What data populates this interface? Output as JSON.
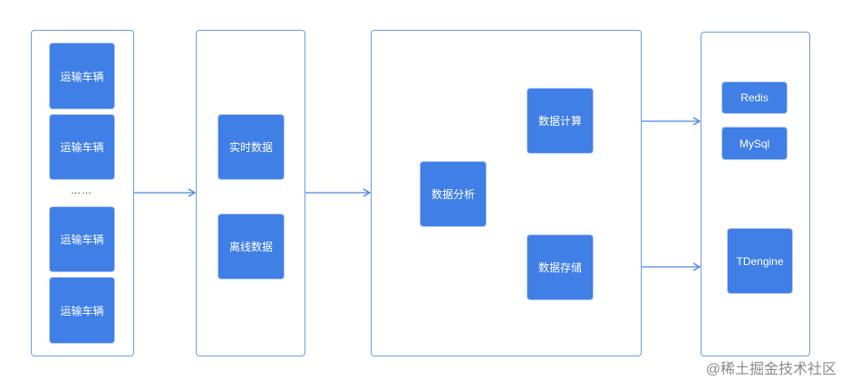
{
  "vehicles": {
    "items": [
      "运输车辆",
      "运输车辆",
      "运输车辆",
      "运输车辆"
    ],
    "ellipsis": "……"
  },
  "data_types": {
    "realtime": "实时数据",
    "offline": "离线数据"
  },
  "processing": {
    "analysis": "数据分析",
    "compute": "数据计算",
    "storage": "数据存储"
  },
  "storage_targets": {
    "redis": "Redis",
    "mysql": "MySql",
    "tdengine": "TDengine"
  },
  "watermark": "@稀土掘金技术社区",
  "colors": {
    "node_fill": "#3f7fe6",
    "panel_border": "#6f9be0",
    "connector": "#4a86e0"
  }
}
